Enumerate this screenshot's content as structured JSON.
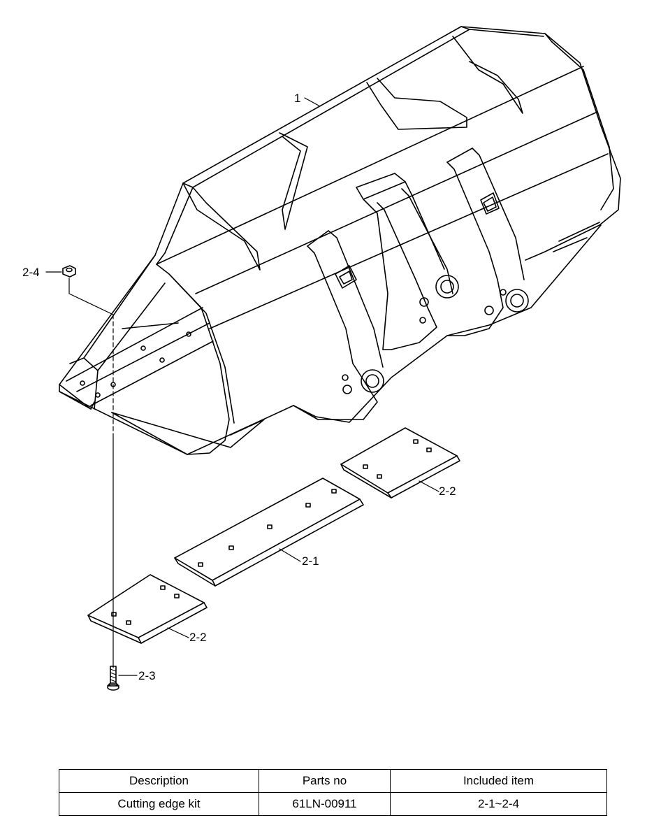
{
  "callouts": {
    "bucket": "1",
    "cutting_edge": "2-1",
    "end_bit_right": "2-2",
    "end_bit_left": "2-2",
    "bolt": "2-3",
    "nut": "2-4"
  },
  "parts_table": {
    "headers": [
      "Description",
      "Parts no",
      "Included item"
    ],
    "rows": [
      [
        "Cutting edge kit",
        "61LN-00911",
        "2-1~2-4"
      ]
    ]
  }
}
